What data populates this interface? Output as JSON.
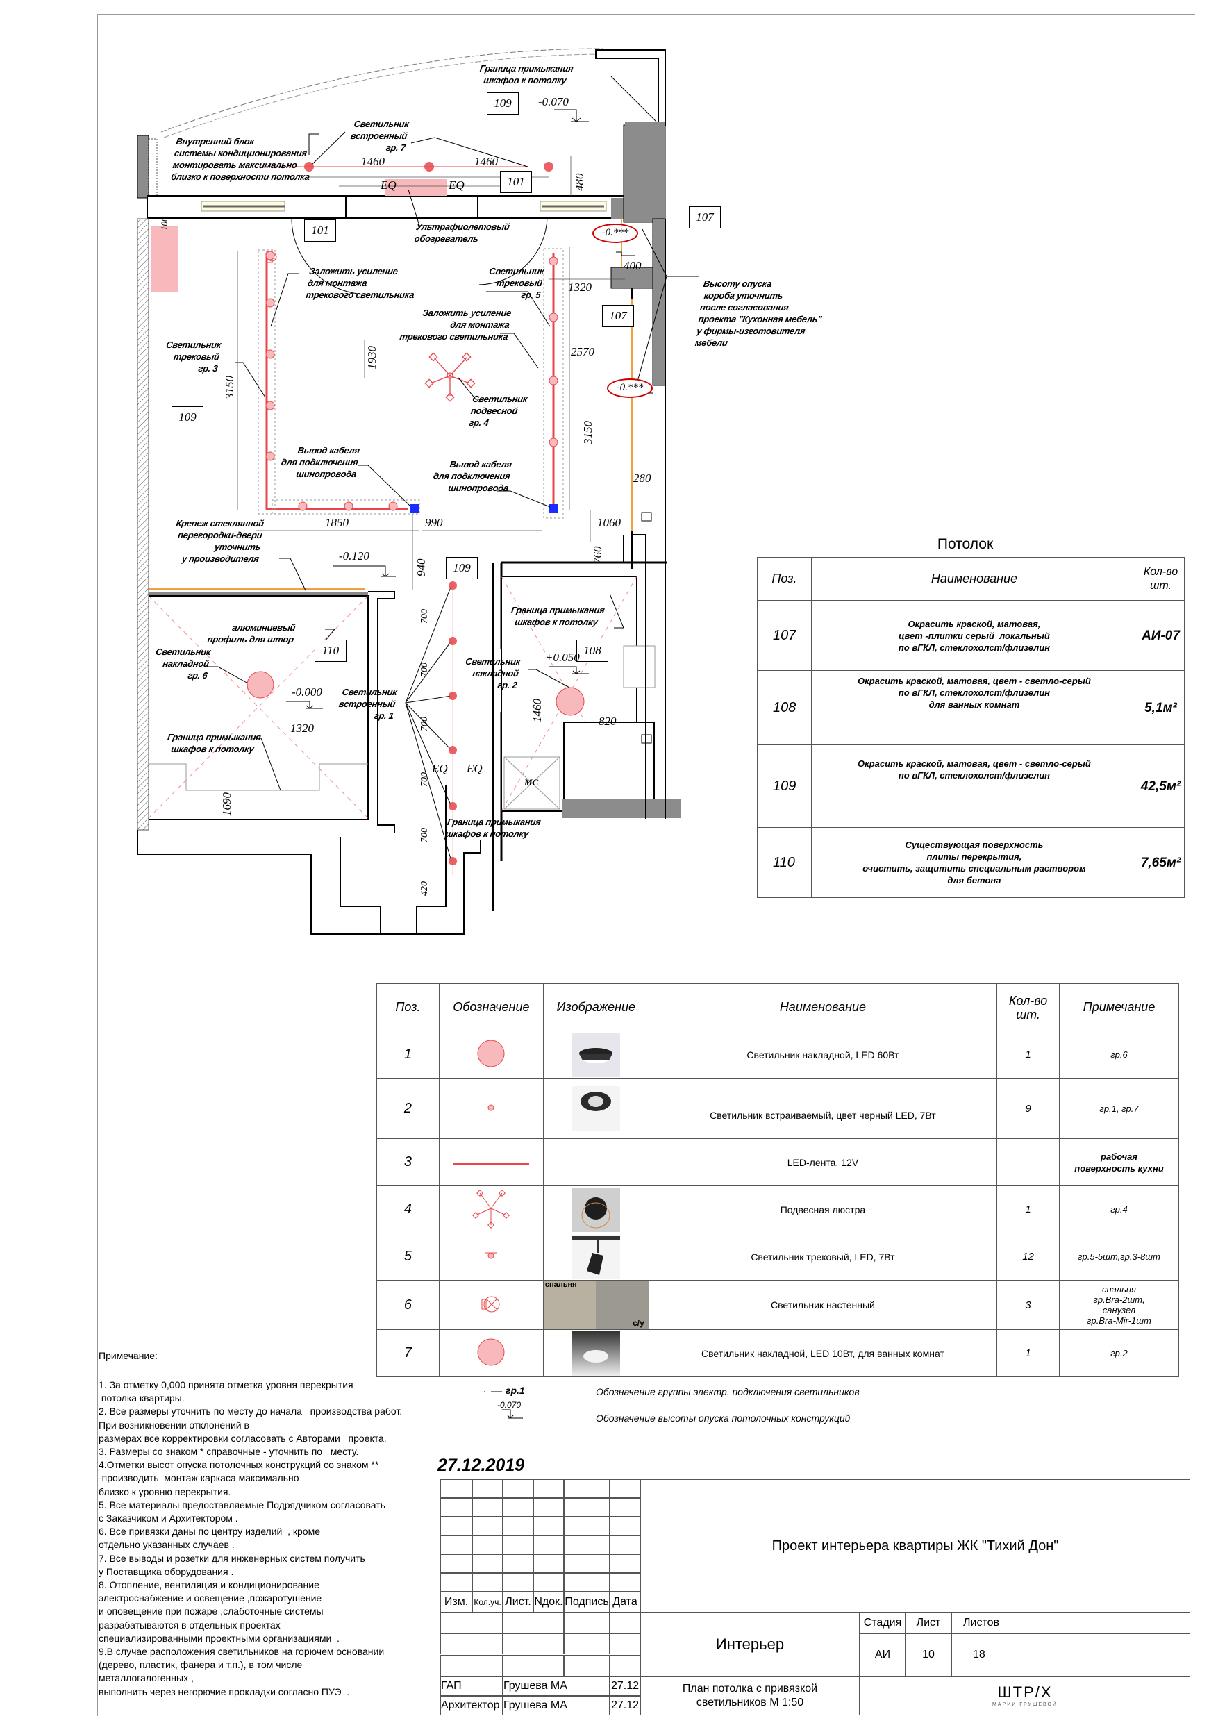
{
  "plan": {
    "labels": {
      "ac_unit": "Внутренний блок\nсистемы кондиционирования\nмонтировать максимально\nблизко к поверхности потолка",
      "builtin_gr7": "Светильник\nвстроенный\nгр. 7",
      "cabinet_border_top": "Граница примыкания\nшкафов к потолку",
      "uv_heater": "Ультрафиолетовый\nобогреватель",
      "reinforce_left": "Заложить усиление\nдля монтажа\nтрекового светильника",
      "reinforce_right": "Заложить усиление\nдля монтажа\nтрекового светильника",
      "track_gr5": "Светильник\nтрековый\nгр. 5",
      "track_gr3": "Светильник\nтрековый\nгр. 3",
      "pendant_gr4": "Светильник\nподвесной\nгр. 4",
      "cable_left": "Вывод кабеля\nдля подключения\nшинопровода",
      "cable_right": "Вывод кабеля\nдля подключения\nшинопровода",
      "box_height": "Высоту опуска\n короба уточнить\nпосле согласования\nпроекта \"Кухонная мебель\"\nу фирмы-изготовителя\nмебели",
      "glass_partition": "Крепеж стеклянной\nперегородки-двери\nуточнить\nу производителя",
      "alu_profile": "алюминиевый\nпрофиль для штор",
      "surface_gr6": "Светильник\nнакладной\nгр. 6",
      "cabinet_border_bedroom": "Граница примыкания\nшкафов к потолку",
      "builtin_gr1": "Светильник\nвстроенный\nгр. 1",
      "cabinet_border_bath": "Граница примыкания\nшкафов к потолку",
      "surface_gr2": "Светильник\nнакладной\nгр. 2",
      "cabinet_border_hall": "Граница примыкания\nшкафов к потолку",
      "mc": "МС"
    },
    "tags": [
      "109",
      "101",
      "101",
      "107",
      "107",
      "109",
      "109",
      "110",
      "108"
    ],
    "levels": [
      "-0.070",
      "-0.120",
      "-0.000",
      "+0.050",
      "-0.***",
      "-0.***"
    ],
    "dims": [
      "1460",
      "1460",
      "480",
      "EQ",
      "EQ",
      "400",
      "1320",
      "1930",
      "2570",
      "3150",
      "3150",
      "280",
      "1850",
      "990",
      "1060",
      "940",
      "760",
      "700",
      "700",
      "700",
      "700",
      "700",
      "420",
      "1320",
      "1690",
      "1460",
      "820",
      "EQ",
      "EQ",
      "100"
    ]
  },
  "ceiling": {
    "title": "Потолок",
    "headers": [
      "Поз.",
      "Наименование",
      "Кол-во\nшт."
    ],
    "rows": [
      {
        "pos": "107",
        "name": "Окрасить краской, матовая,\nцвет -плитки серый  локальный\nпо вГКЛ, стеклохолст/флизелин",
        "qty": "АИ-07"
      },
      {
        "pos": "108",
        "name": "Окрасить краской, матовая, цвет - светло-серый\nпо вГКЛ, стеклохолст/флизелин\nдля ванных комнат",
        "qty": "5,1м²"
      },
      {
        "pos": "109",
        "name": "Окрасить краской, матовая, цвет - светло-серый\nпо вГКЛ, стеклохолст/флизелин",
        "qty": "42,5м²"
      },
      {
        "pos": "110",
        "name": "Существующая поверхность\nплиты перекрытия,\nочистить, защитить специальным раствором\nдля бетона",
        "qty": "7,65м²"
      }
    ]
  },
  "fixtures": {
    "headers": [
      "Поз.",
      "Обозначение",
      "Изображение",
      "Наименование",
      "Кол-во\nшт.",
      "Примечание"
    ],
    "rows": [
      {
        "pos": "1",
        "symbol": "large-circle",
        "name": "Светильник накладной, LED 60Вт",
        "qty": "1",
        "note": "гр.6"
      },
      {
        "pos": "2",
        "symbol": "small-circle",
        "name": "Светильник встраиваемый, цвет черный LED, 7Вт",
        "qty": "9",
        "note": "гр.1, гр.7"
      },
      {
        "pos": "3",
        "symbol": "line",
        "name": "LED-лента, 12V",
        "qty": "",
        "note": "рабочая\nповерхность кухни"
      },
      {
        "pos": "4",
        "symbol": "chandelier",
        "name": "Подвесная люстра",
        "qty": "1",
        "note": "гр.4"
      },
      {
        "pos": "5",
        "symbol": "track",
        "name": "Светильник трековый, LED, 7Вт",
        "qty": "12",
        "note": "гр.5-5шт,гр.3-8шт"
      },
      {
        "pos": "6",
        "symbol": "wall",
        "name": "Светильник настенный",
        "qty": "3",
        "note": "спальня\nгр.Bra-2шт,\nсанузел\nгр.Bra-Mir-1шт",
        "img_labels": [
          "спальня",
          "с/у"
        ]
      },
      {
        "pos": "7",
        "symbol": "large-circle",
        "name": "Светильник накладной, LED 10Вт, для ванных комнат",
        "qty": "1",
        "note": "гр.2"
      }
    ]
  },
  "notes": {
    "title": "Примечание:",
    "lines": [
      "1. За отметку 0,000 принята отметка уровня перекрытия",
      " потолка квартиры.",
      "2. Все размеры уточнить по месту до начала   производства работ.",
      "При возникновении отклонений в",
      "размерах все корректировки согласовать с Авторами   проекта.",
      "3. Размеры со знаком * справочные - уточнить по   месту.",
      "4.Отметки высот опуска потолочных конструкций со знаком **",
      "-производить  монтаж каркаса максимально",
      "близко к уровню перекрытия.",
      "5. Все материалы предоставляемые Подрядчиком согласовать",
      "с Заказчиком и Архитектором .",
      "6. Все привязки даны по центру изделий  , кроме",
      "отдельно указанных случаев .",
      "7. Все выводы и розетки для инженерных систем получить",
      "у Поставщика оборудования .",
      "8. Отопление, вентиляция и кондиционирование",
      "электроснабжение и освещение ,пожаротушение",
      "и оповещение при пожаре ,слаботочные системы",
      "разрабатываются в отдельных проектах",
      "специализированными проектными организациями  .",
      "9.В случае расположения светильников на горючем основании",
      "(дерево, пластик, фанера и т.п.), в том числе",
      "металлогалогенных ,",
      "выполнить через негорючие прокладки согласно ПУЭ  ."
    ]
  },
  "legend": {
    "group_sample": "гр.1",
    "level_sample": "-0.070",
    "group_desc": "Обозначение группы электр. подключения светильников",
    "level_desc": "Обозначение высоты опуска потолочных конструкций"
  },
  "title_block": {
    "date": "27.12.2019",
    "rev_headers": [
      "Изм.",
      "Кол.уч.",
      "Лист.",
      "Nдок.",
      "Подпись",
      "Дата"
    ],
    "project": "Проект интерьера квартиры  ЖК \"Тихий Дон\"",
    "section": "Интерьер",
    "stage_label": "Стадия",
    "sheet_label": "Лист",
    "sheets_label": "Листов",
    "stage": "АИ",
    "sheet": "10",
    "sheets": "18",
    "roles": [
      {
        "role": "ГАП",
        "name": "Грушева МА",
        "date": "27.12"
      },
      {
        "role": "Архитектор",
        "name": "Грушева МА",
        "date": "27.12"
      }
    ],
    "drawing_title": "План потолка с привязкой\nсветильников М 1:50",
    "logo_text": "ШТР/Х",
    "logo_sub": "МАРИИ ГРУШЕВОЙ"
  },
  "colors": {
    "fixture_red": "#e8454a",
    "fixture_fill": "#f7b9bb",
    "wall_gray": "#8c8c8c",
    "led_orange": "#f0a040",
    "cable_blue": "#1a2cff"
  }
}
